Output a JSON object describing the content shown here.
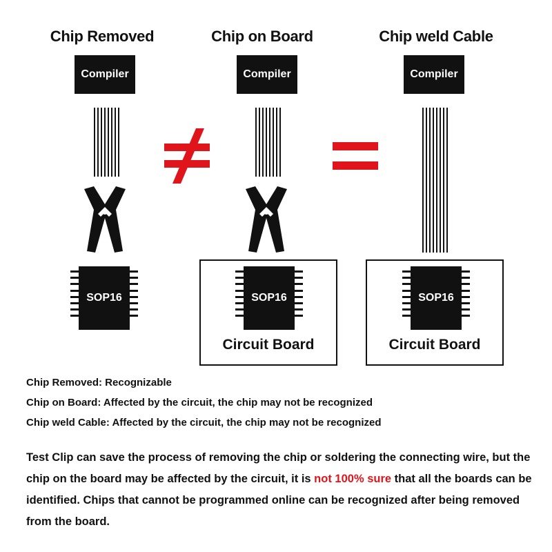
{
  "columns": [
    {
      "title": "Chip Removed",
      "compiler": "Compiler",
      "chip": "SOP16"
    },
    {
      "title": "Chip on Board",
      "compiler": "Compiler",
      "chip": "SOP16",
      "board": "Circuit Board"
    },
    {
      "title": "Chip weld Cable",
      "compiler": "Compiler",
      "chip": "SOP16",
      "board": "Circuit Board"
    }
  ],
  "symbols": {
    "not_equal": "≠",
    "equal": "="
  },
  "colors": {
    "accent": "#e0151b",
    "ink": "#111111"
  },
  "notes": [
    "Chip Removed: Recognizable",
    "Chip on Board: Affected by the circuit, the chip may not be recognized",
    "Chip weld Cable: Affected by the circuit, the chip may not be recognized"
  ],
  "paragraph": {
    "part1": "Test Clip can save the process of removing the chip or soldering the connecting wire, but the chip on the board may be affected by the circuit, it is ",
    "highlight": "not 100% sure",
    "part2": " that all the boards can be identified. Chips that cannot be programmed online can be recognized after being removed from the board."
  }
}
